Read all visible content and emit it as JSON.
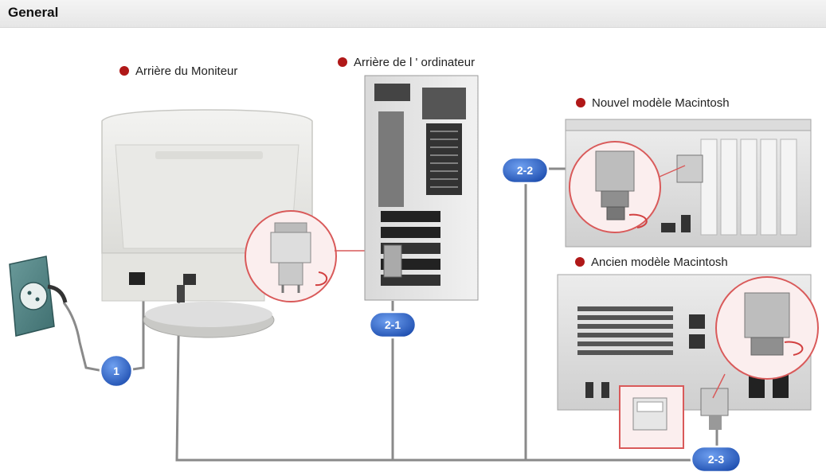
{
  "header": {
    "title": "General"
  },
  "labels": {
    "monitor_back": "Arrière du Moniteur",
    "computer_back": "Arrière de l ' ordinateur",
    "new_mac": "Nouvel modèle Macintosh",
    "old_mac": "Ancien modèle Macintosh"
  },
  "badges": {
    "power": "1",
    "pc": "2-1",
    "new_mac": "2-2",
    "old_mac": "2-3"
  },
  "colors": {
    "bullet": "#b01818",
    "badge": "#2f66c8",
    "badge_border": "#ffffff",
    "cable": "#8a8a8a",
    "callout_ring": "#d95a5a"
  }
}
